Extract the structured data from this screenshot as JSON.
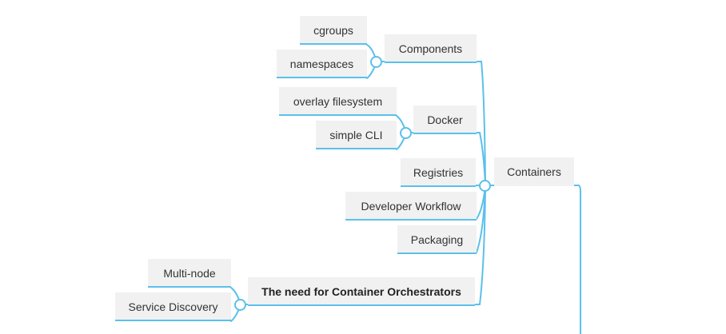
{
  "mindmap": {
    "line_color": "#5bc0eb",
    "node_bg": "#f1f1f1",
    "nodes": {
      "cgroups": "cgroups",
      "namespaces": "namespaces",
      "components": "Components",
      "overlay_fs": "overlay filesystem",
      "simple_cli": "simple CLI",
      "docker": "Docker",
      "registries": "Registries",
      "developer_workflow": "Developer Workflow",
      "packaging": "Packaging",
      "containers": "Containers",
      "multi_node": "Multi-node",
      "service_discovery": "Service Discovery",
      "orchestrators": "The need for Container Orchestrators"
    }
  }
}
